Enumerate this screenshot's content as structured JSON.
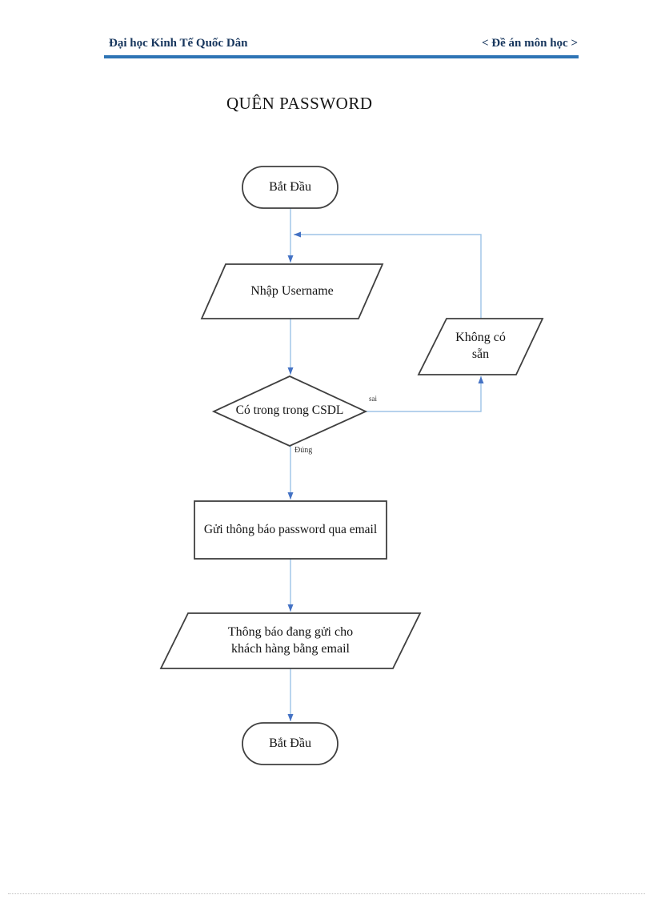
{
  "header": {
    "left": "Đại học Kinh Tế Quốc Dân",
    "right": "< Đề án môn học >"
  },
  "title": "QUÊN PASSWORD",
  "flowchart": {
    "start": {
      "label": "Bắt Đầu"
    },
    "input_username": {
      "label": "Nhập Username"
    },
    "decision": {
      "label": "Có trong trong CSDL"
    },
    "not_available": {
      "line1": "Không có",
      "line2": "sẵn"
    },
    "send_password": {
      "label": "Gửi thông báo password qua email"
    },
    "notify_email": {
      "line1": "Thông báo đang gửi cho",
      "line2": "khách hàng bằng email"
    },
    "end": {
      "label": "Bắt Đầu"
    },
    "edge_labels": {
      "no": "sai",
      "yes": "Đúng"
    }
  },
  "colors": {
    "header_text": "#17365D",
    "header_rule": "#2E74B5",
    "connector_line": "#9DC3E6",
    "arrowhead": "#4472C4",
    "shape_outline": "#3F3F3F"
  }
}
